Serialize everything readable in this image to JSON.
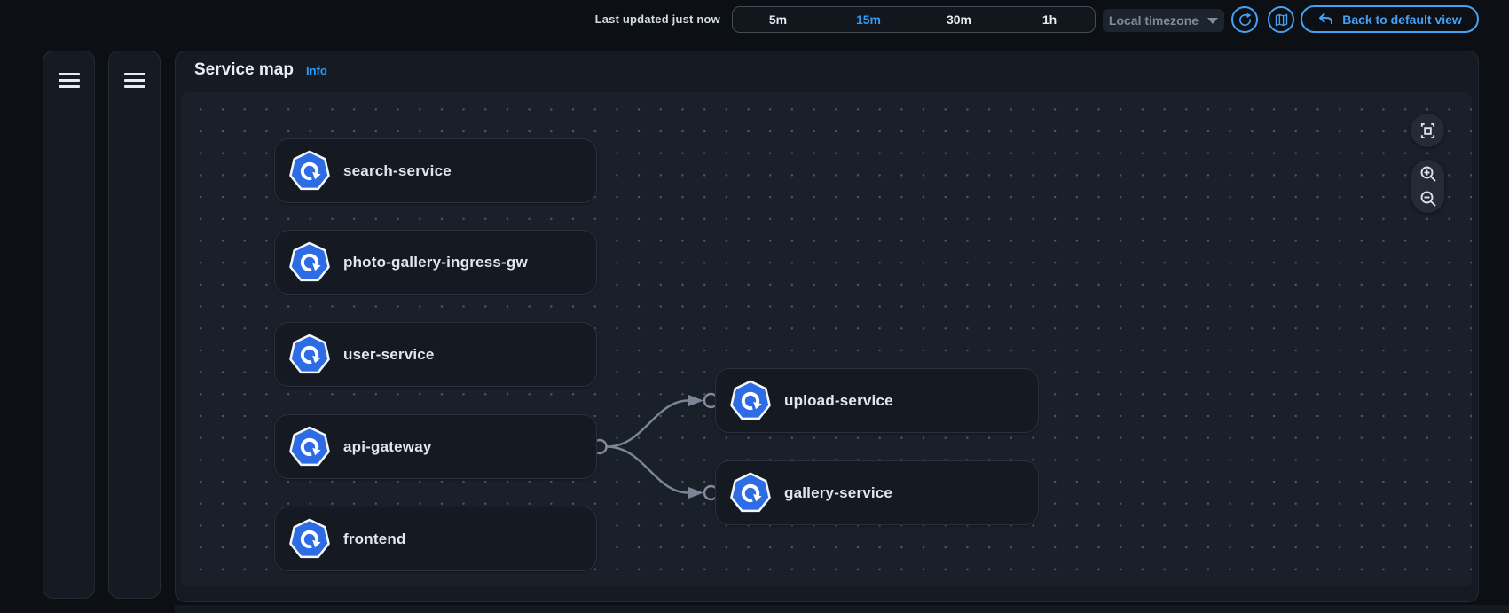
{
  "top_bar": {
    "last_updated": "Last updated just now",
    "time_ranges": [
      {
        "label": "5m",
        "selected": false
      },
      {
        "label": "15m",
        "selected": true
      },
      {
        "label": "30m",
        "selected": false
      },
      {
        "label": "1h",
        "selected": false
      }
    ],
    "timezone_select": {
      "value": "Local timezone",
      "caret_icon": "caret-down-icon",
      "disabled": true
    },
    "refresh_button": {
      "icon": "refresh-icon"
    },
    "map_toggle_button": {
      "icon": "map-icon"
    },
    "back_button": {
      "label": "Back to default view",
      "icon": "undo-arrow-icon"
    }
  },
  "sidebars": [
    {
      "icon": "hamburger-menu-icon"
    },
    {
      "icon": "hamburger-menu-icon"
    }
  ],
  "service_map_panel": {
    "title": "Service map",
    "info_link": "Info",
    "nodes": [
      {
        "id": "search-service",
        "label": "search-service",
        "icon": "kubernetes-service-icon",
        "column": "left"
      },
      {
        "id": "photo-gallery-ingress-gw",
        "label": "photo-gallery-ingress-gw",
        "icon": "kubernetes-service-icon",
        "column": "left"
      },
      {
        "id": "user-service",
        "label": "user-service",
        "icon": "kubernetes-service-icon",
        "column": "left"
      },
      {
        "id": "api-gateway",
        "label": "api-gateway",
        "icon": "kubernetes-service-icon",
        "column": "left"
      },
      {
        "id": "frontend",
        "label": "frontend",
        "icon": "kubernetes-service-icon",
        "column": "left"
      },
      {
        "id": "upload-service",
        "label": "upload-service",
        "icon": "kubernetes-service-icon",
        "column": "right"
      },
      {
        "id": "gallery-service",
        "label": "gallery-service",
        "icon": "kubernetes-service-icon",
        "column": "right"
      }
    ],
    "edges": [
      {
        "from": "api-gateway",
        "to": "upload-service"
      },
      {
        "from": "api-gateway",
        "to": "gallery-service"
      }
    ],
    "controls": {
      "fit_view_icon": "fit-view-icon",
      "zoom_in_icon": "zoom-in-icon",
      "zoom_out_icon": "zoom-out-icon"
    }
  },
  "colors": {
    "page_bg": "#0c0f13",
    "panel_bg": "#161b23",
    "map_bg": "#1a202a",
    "node_bg": "#151a22",
    "accent_blue": "#44a2f6",
    "selected_blue": "#2d9cf8",
    "edge_gray": "#7d8594",
    "kubernetes_blue": "#2e6ce6"
  }
}
